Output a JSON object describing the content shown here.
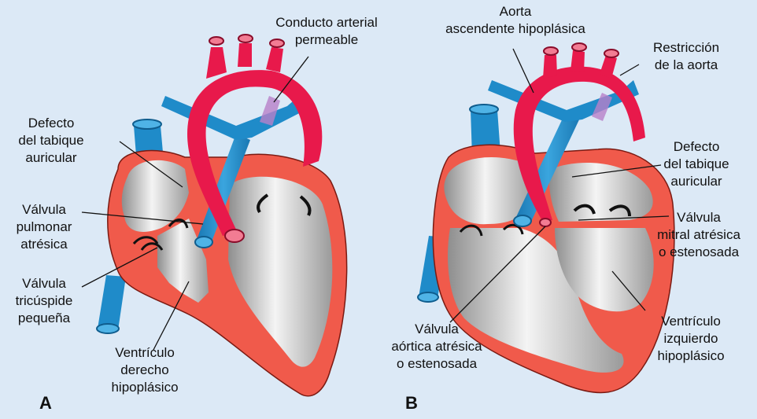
{
  "colors": {
    "background": "#dce9f6",
    "aorta": "#e8194b",
    "pulmonary": "#1f8bc9",
    "myocardium": "#f05a4b",
    "chamber": "#c9c9c9"
  },
  "panels": {
    "a": {
      "letter": "A",
      "labels": {
        "ductus": "Conducto arterial\npermeable",
        "asd": "Defecto\ndel tabique\nauricular",
        "pulm_valve": "Válvula\npulmonar\natrésica",
        "tricuspid": "Válvula\ntricúspide\npequeña",
        "rv": "Ventrículo\nderecho\nhipoplásico"
      }
    },
    "b": {
      "letter": "B",
      "labels": {
        "aorta_asc": "Aorta\nascendente hipoplásica",
        "coarct": "Restricción\nde la aorta",
        "asd": "Defecto\ndel tabique\nauricular",
        "mitral": "Válvula\nmitral atrésica\no estenosada",
        "lv": "Ventrículo\nizquierdo\nhipoplásico",
        "aortic_valve": "Válvula\naórtica atrésica\no estenosada"
      }
    }
  }
}
